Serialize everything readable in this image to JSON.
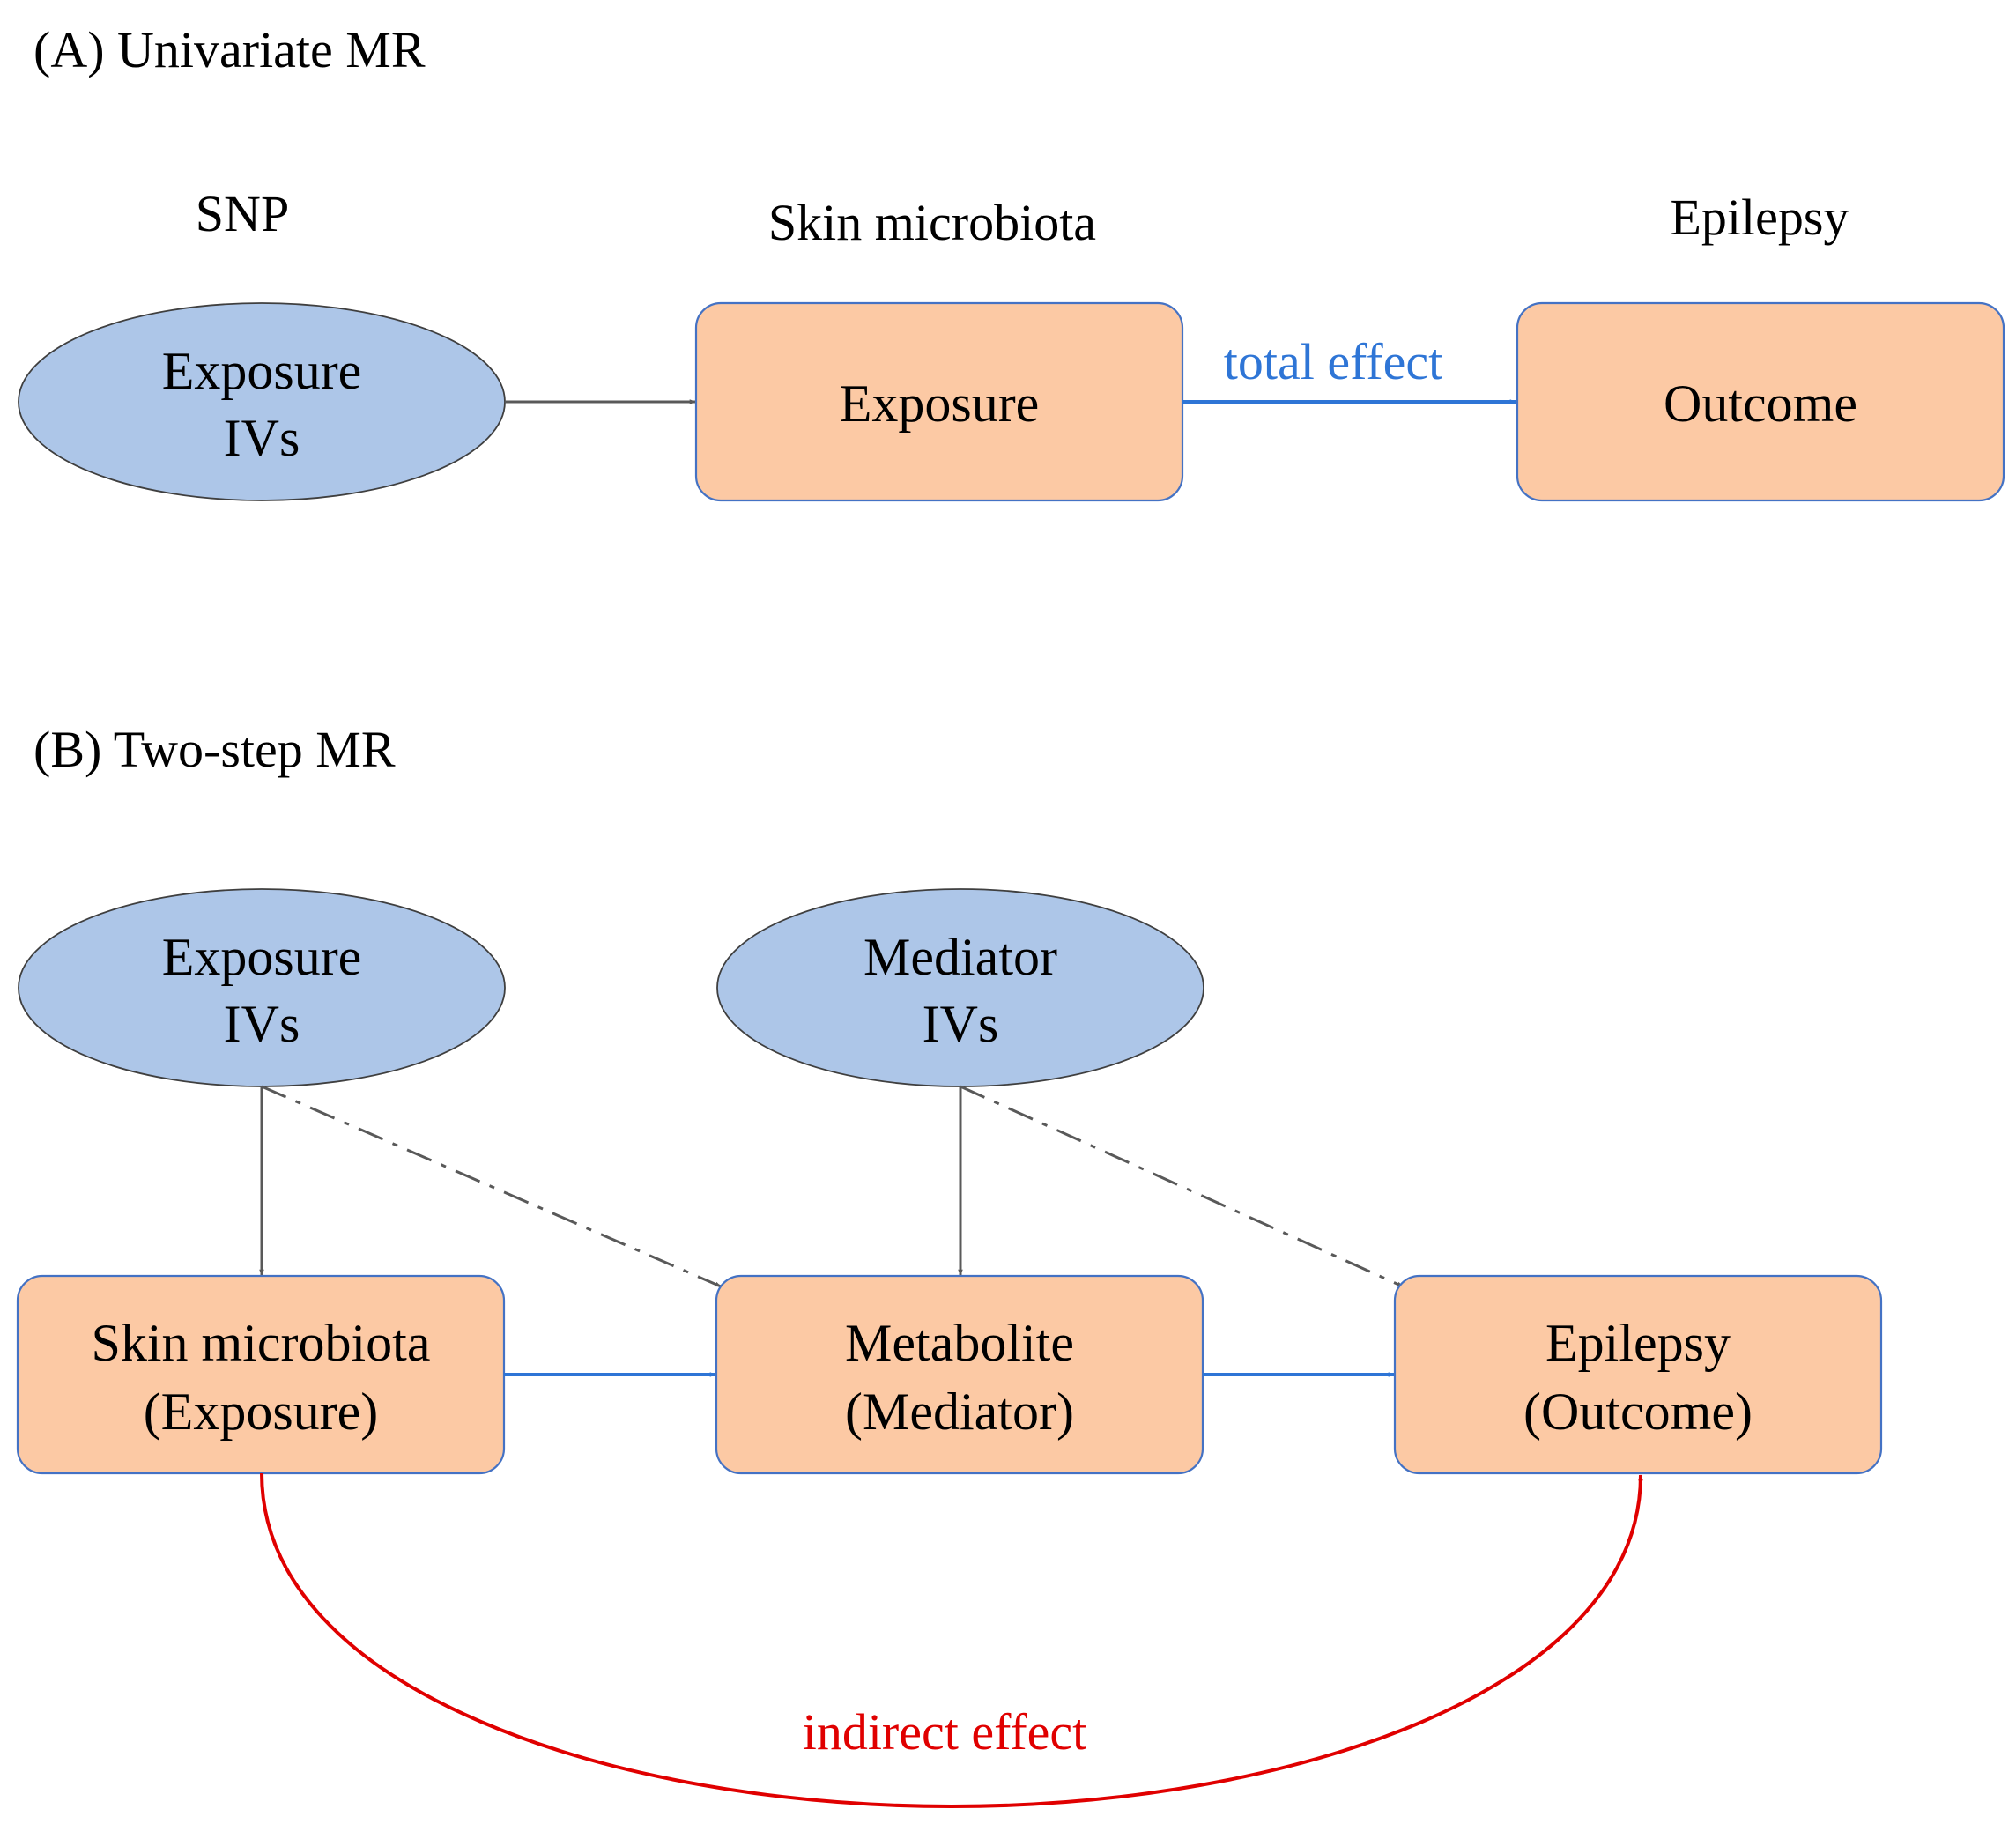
{
  "panel_a": {
    "title": "(A) Univariate MR",
    "header_snp": "SNP",
    "header_skin": "Skin microbiota",
    "header_epilepsy": "Epilepsy",
    "node_ivs": {
      "line1": "Exposure",
      "line2": "IVs"
    },
    "node_exposure": "Exposure",
    "node_outcome": "Outcome",
    "edge_total_effect": "total effect"
  },
  "panel_b": {
    "title": "(B) Two-step MR",
    "node_exposure_ivs": {
      "line1": "Exposure",
      "line2": "IVs"
    },
    "node_mediator_ivs": {
      "line1": "Mediator",
      "line2": "IVs"
    },
    "node_skin": {
      "line1": "Skin microbiota",
      "line2": "(Exposure)"
    },
    "node_metabolite": {
      "line1": "Metabolite",
      "line2": "(Mediator)"
    },
    "node_epilepsy": {
      "line1": "Epilepsy",
      "line2": "(Outcome)"
    },
    "edge_indirect_effect": "indirect effect"
  },
  "colors": {
    "ellipse_fill": "#adc6e8",
    "box_fill": "#fcc9a4",
    "box_border": "#4472c4",
    "arrow_gray": "#595959",
    "arrow_blue": "#2e75d6",
    "indirect_red": "#e00000",
    "total_effect_text": "#2e75d6"
  }
}
